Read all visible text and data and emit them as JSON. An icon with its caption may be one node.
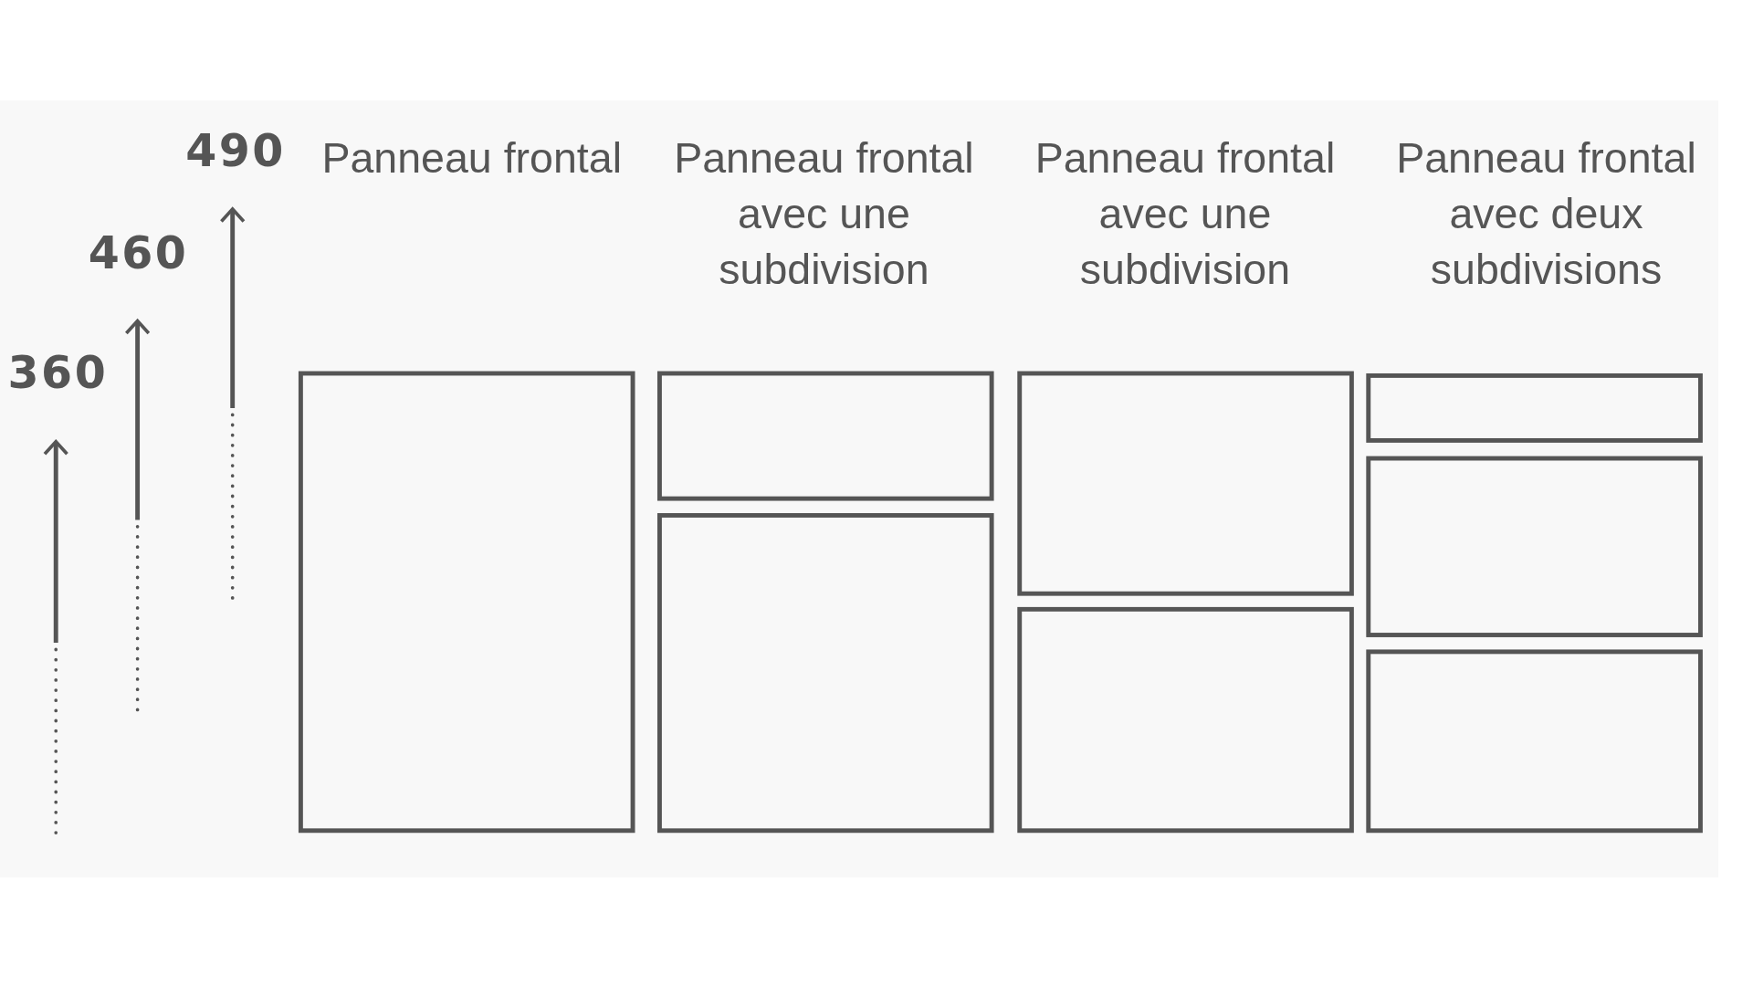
{
  "diagram": {
    "labels": [
      "490",
      "Panneau frontal",
      "Panneau frontal avec une subdivision",
      "Panneau frontal avec une subdivision",
      "Panneau frontal avec deux subdivisions",
      "460",
      "360"
    ]
  }
}
